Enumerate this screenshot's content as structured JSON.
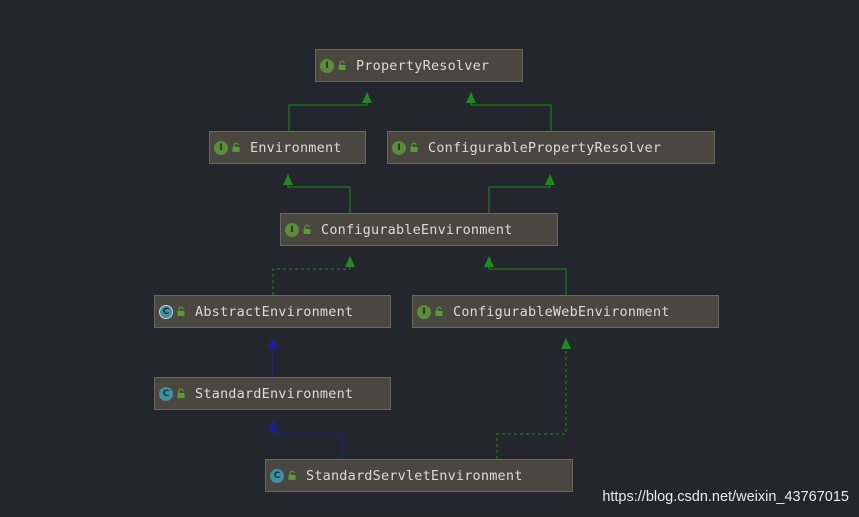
{
  "nodes": [
    {
      "id": "property-resolver",
      "label": "PropertyResolver",
      "kind": "interface",
      "badge": "I"
    },
    {
      "id": "environment",
      "label": "Environment",
      "kind": "interface",
      "badge": "I"
    },
    {
      "id": "configurable-property-resolver",
      "label": "ConfigurablePropertyResolver",
      "kind": "interface",
      "badge": "I"
    },
    {
      "id": "configurable-environment",
      "label": "ConfigurableEnvironment",
      "kind": "interface",
      "badge": "I"
    },
    {
      "id": "abstract-environment",
      "label": "AbstractEnvironment",
      "kind": "abstract",
      "badge": "C"
    },
    {
      "id": "configurable-web-environment",
      "label": "ConfigurableWebEnvironment",
      "kind": "interface",
      "badge": "I"
    },
    {
      "id": "standard-environment",
      "label": "StandardEnvironment",
      "kind": "class",
      "badge": "C"
    },
    {
      "id": "standard-servlet-environment",
      "label": "StandardServletEnvironment",
      "kind": "class",
      "badge": "C"
    }
  ],
  "edges": [
    {
      "from": "environment",
      "to": "property-resolver",
      "type": "interface-extends"
    },
    {
      "from": "configurable-property-resolver",
      "to": "property-resolver",
      "type": "interface-extends"
    },
    {
      "from": "configurable-environment",
      "to": "environment",
      "type": "interface-extends"
    },
    {
      "from": "configurable-environment",
      "to": "configurable-property-resolver",
      "type": "interface-extends"
    },
    {
      "from": "abstract-environment",
      "to": "configurable-environment",
      "type": "implements"
    },
    {
      "from": "configurable-web-environment",
      "to": "configurable-environment",
      "type": "interface-extends"
    },
    {
      "from": "standard-environment",
      "to": "abstract-environment",
      "type": "extends"
    },
    {
      "from": "standard-servlet-environment",
      "to": "standard-environment",
      "type": "extends"
    },
    {
      "from": "standard-servlet-environment",
      "to": "configurable-web-environment",
      "type": "implements"
    }
  ],
  "colors": {
    "background": "#23272d",
    "interface_extends": "#1f8a1f",
    "implements": "#1f8a1f",
    "extends": "#1c1c9e"
  },
  "watermark": "https://blog.csdn.net/weixin_43767015"
}
